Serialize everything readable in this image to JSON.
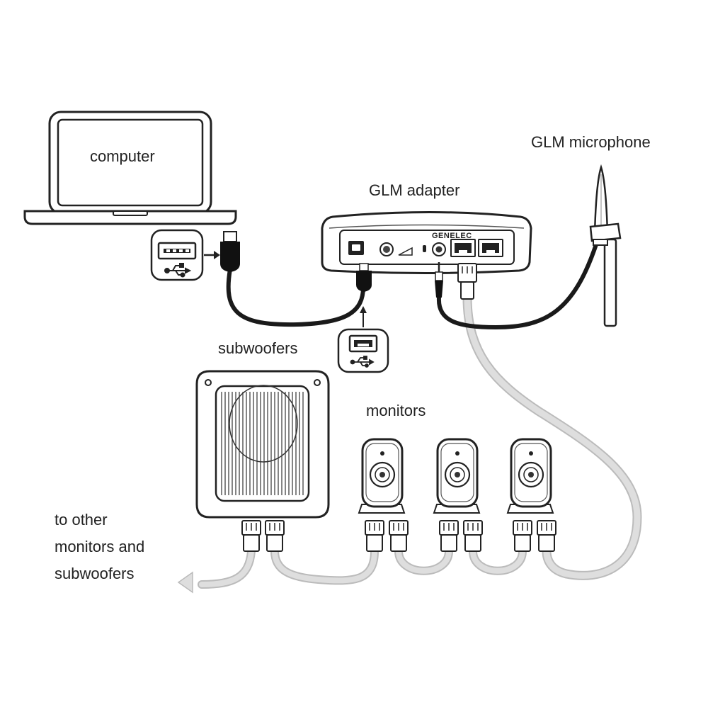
{
  "labels": {
    "computer": "computer",
    "glm_adapter": "GLM adapter",
    "glm_microphone": "GLM microphone",
    "subwoofers": "subwoofers",
    "monitors": "monitors",
    "to_other": [
      "to other",
      "monitors and",
      "subwoofers"
    ]
  },
  "adapter_brand": "GENELEC",
  "colors": {
    "outline": "#222222",
    "cable_dark": "#1a1a1a",
    "cable_light": "#d3d3d3",
    "fill": "#ffffff"
  },
  "icons": {
    "usb_a_port": "usb-a-port-icon",
    "usb_b_port": "usb-b-port-icon",
    "usb_symbol": "usb-symbol-icon"
  }
}
